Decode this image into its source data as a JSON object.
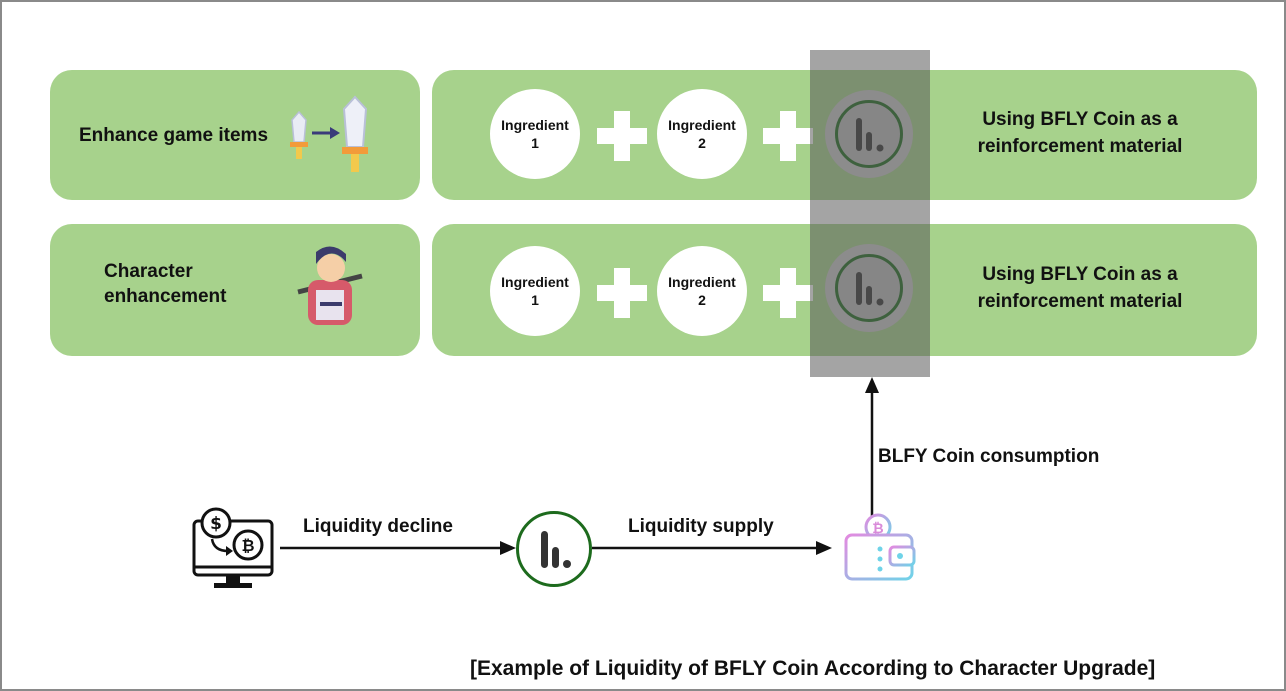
{
  "rows": [
    {
      "title": "Enhance game items",
      "ingredients": [
        {
          "line1": "Ingredient",
          "line2": "1"
        },
        {
          "line1": "Ingredient",
          "line2": "2"
        }
      ],
      "result_line1": "Using BFLY Coin as a",
      "result_line2": "reinforcement material"
    },
    {
      "title_line1": "Character",
      "title_line2": "enhancement",
      "ingredients": [
        {
          "line1": "Ingredient",
          "line2": "1"
        },
        {
          "line1": "Ingredient",
          "line2": "2"
        }
      ],
      "result_line1": "Using BFLY Coin as a",
      "result_line2": "reinforcement material"
    }
  ],
  "flow": {
    "consumption_label": "BLFY Coin consumption",
    "decline_label": "Liquidity decline",
    "supply_label": "Liquidity supply"
  },
  "caption": "[Example of Liquidity of BFLY Coin According to Character Upgrade]",
  "colors": {
    "band": "#a7d28c",
    "coin_ring": "#1d6b1d",
    "overlay": "#5a5a5a"
  },
  "icons": [
    "sword-icon",
    "arrow-right-icon",
    "hero-character-icon",
    "bfly-coin-icon",
    "currency-exchange-monitor-icon",
    "crypto-wallet-icon"
  ]
}
